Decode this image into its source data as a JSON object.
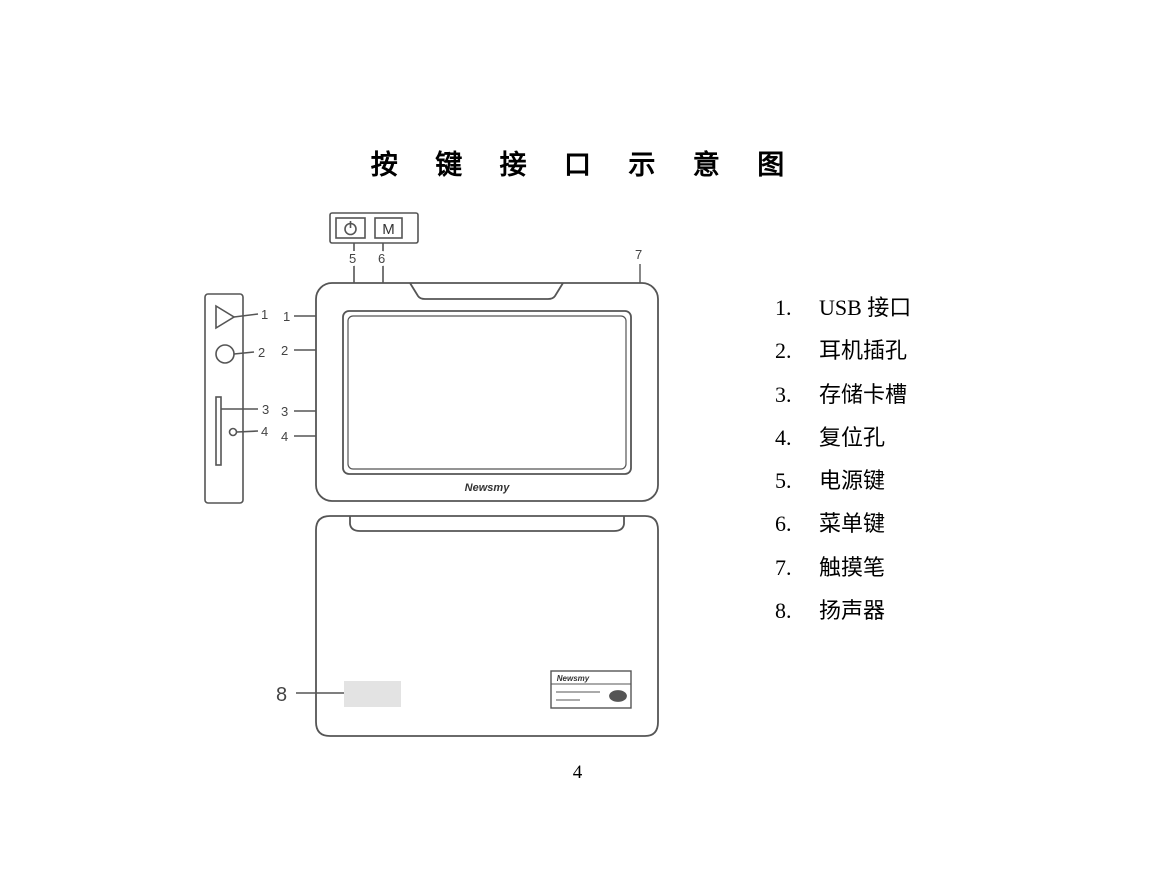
{
  "title": "按 键 接 口 示 意 图",
  "brand": "Newsmy",
  "callouts": [
    "1",
    "2",
    "3",
    "4",
    "5",
    "6",
    "7",
    "8"
  ],
  "button_glyphs": {
    "menu": "M"
  },
  "legend": [
    {
      "num": "1.",
      "label": "USB 接口"
    },
    {
      "num": "2.",
      "label": "耳机插孔"
    },
    {
      "num": "3.",
      "label": "存储卡槽"
    },
    {
      "num": "4.",
      "label": "复位孔"
    },
    {
      "num": "5.",
      "label": "电源键"
    },
    {
      "num": "6.",
      "label": "菜单键"
    },
    {
      "num": "7.",
      "label": "触摸笔"
    },
    {
      "num": "8.",
      "label": "扬声器"
    }
  ],
  "page_number": "4"
}
